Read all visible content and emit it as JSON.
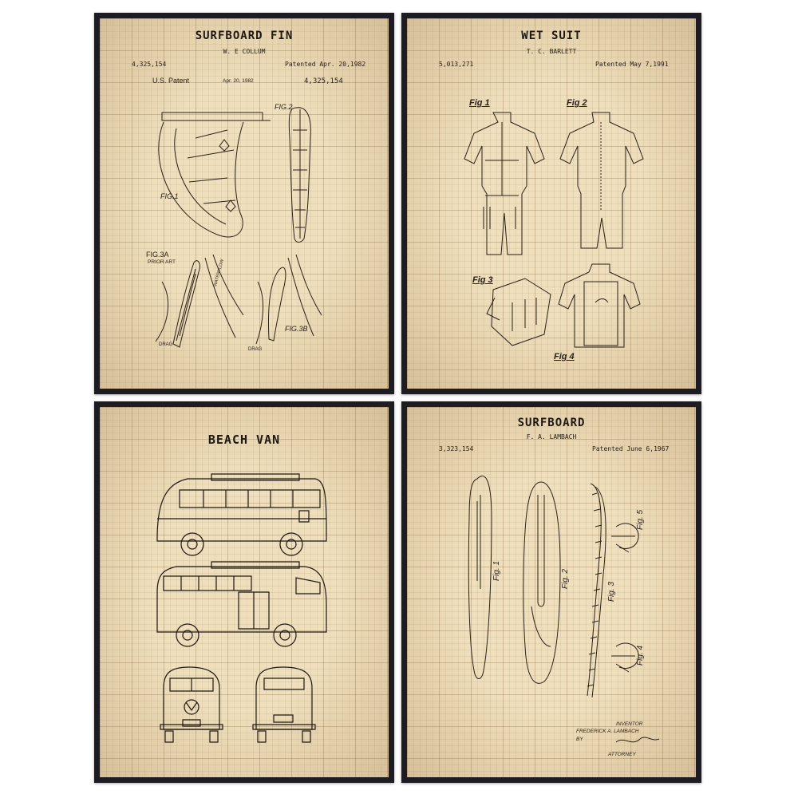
{
  "posters": [
    {
      "title": "SURFBOARD FIN",
      "inventor": "W. E COLLUM",
      "patent_number": "4,325,154",
      "patented": "Patented Apr. 20,1982",
      "country": "U.S. Patent",
      "date_small": "Apr. 20, 1982",
      "patent_number_2": "4,325,154",
      "figures": [
        "FIG.1",
        "FIG.2",
        "FIG.3A",
        "FIG.3B"
      ],
      "prior_art": "PRIOR ART",
      "drag": "DRAG",
      "waterflow": "WATERFLOW"
    },
    {
      "title": "WET SUIT",
      "inventor": "T. C. BARLETT",
      "patent_number": "5,013,271",
      "patented": "Patented May 7,1991",
      "figures": [
        "Fig 1",
        "Fig 2",
        "Fig 3",
        "Fig 4"
      ]
    },
    {
      "title": "BEACH VAN"
    },
    {
      "title": "SURFBOARD",
      "inventor": "F. A. LAMBACH",
      "patent_number": "3,323,154",
      "patented": "Patented June 6,1967",
      "figures": [
        "Fig. 1",
        "Fig. 2",
        "Fig. 3",
        "Fig. 4",
        "Fig. 5"
      ],
      "inventor_label": "INVENTOR",
      "inventor_signature": "FREDERICK A. LAMBACH",
      "by": "BY",
      "attorney": "ATTORNEY"
    }
  ],
  "colors": {
    "frame": "#1c1c22",
    "paper": "#efdfbc",
    "ink": "#1e1812"
  }
}
